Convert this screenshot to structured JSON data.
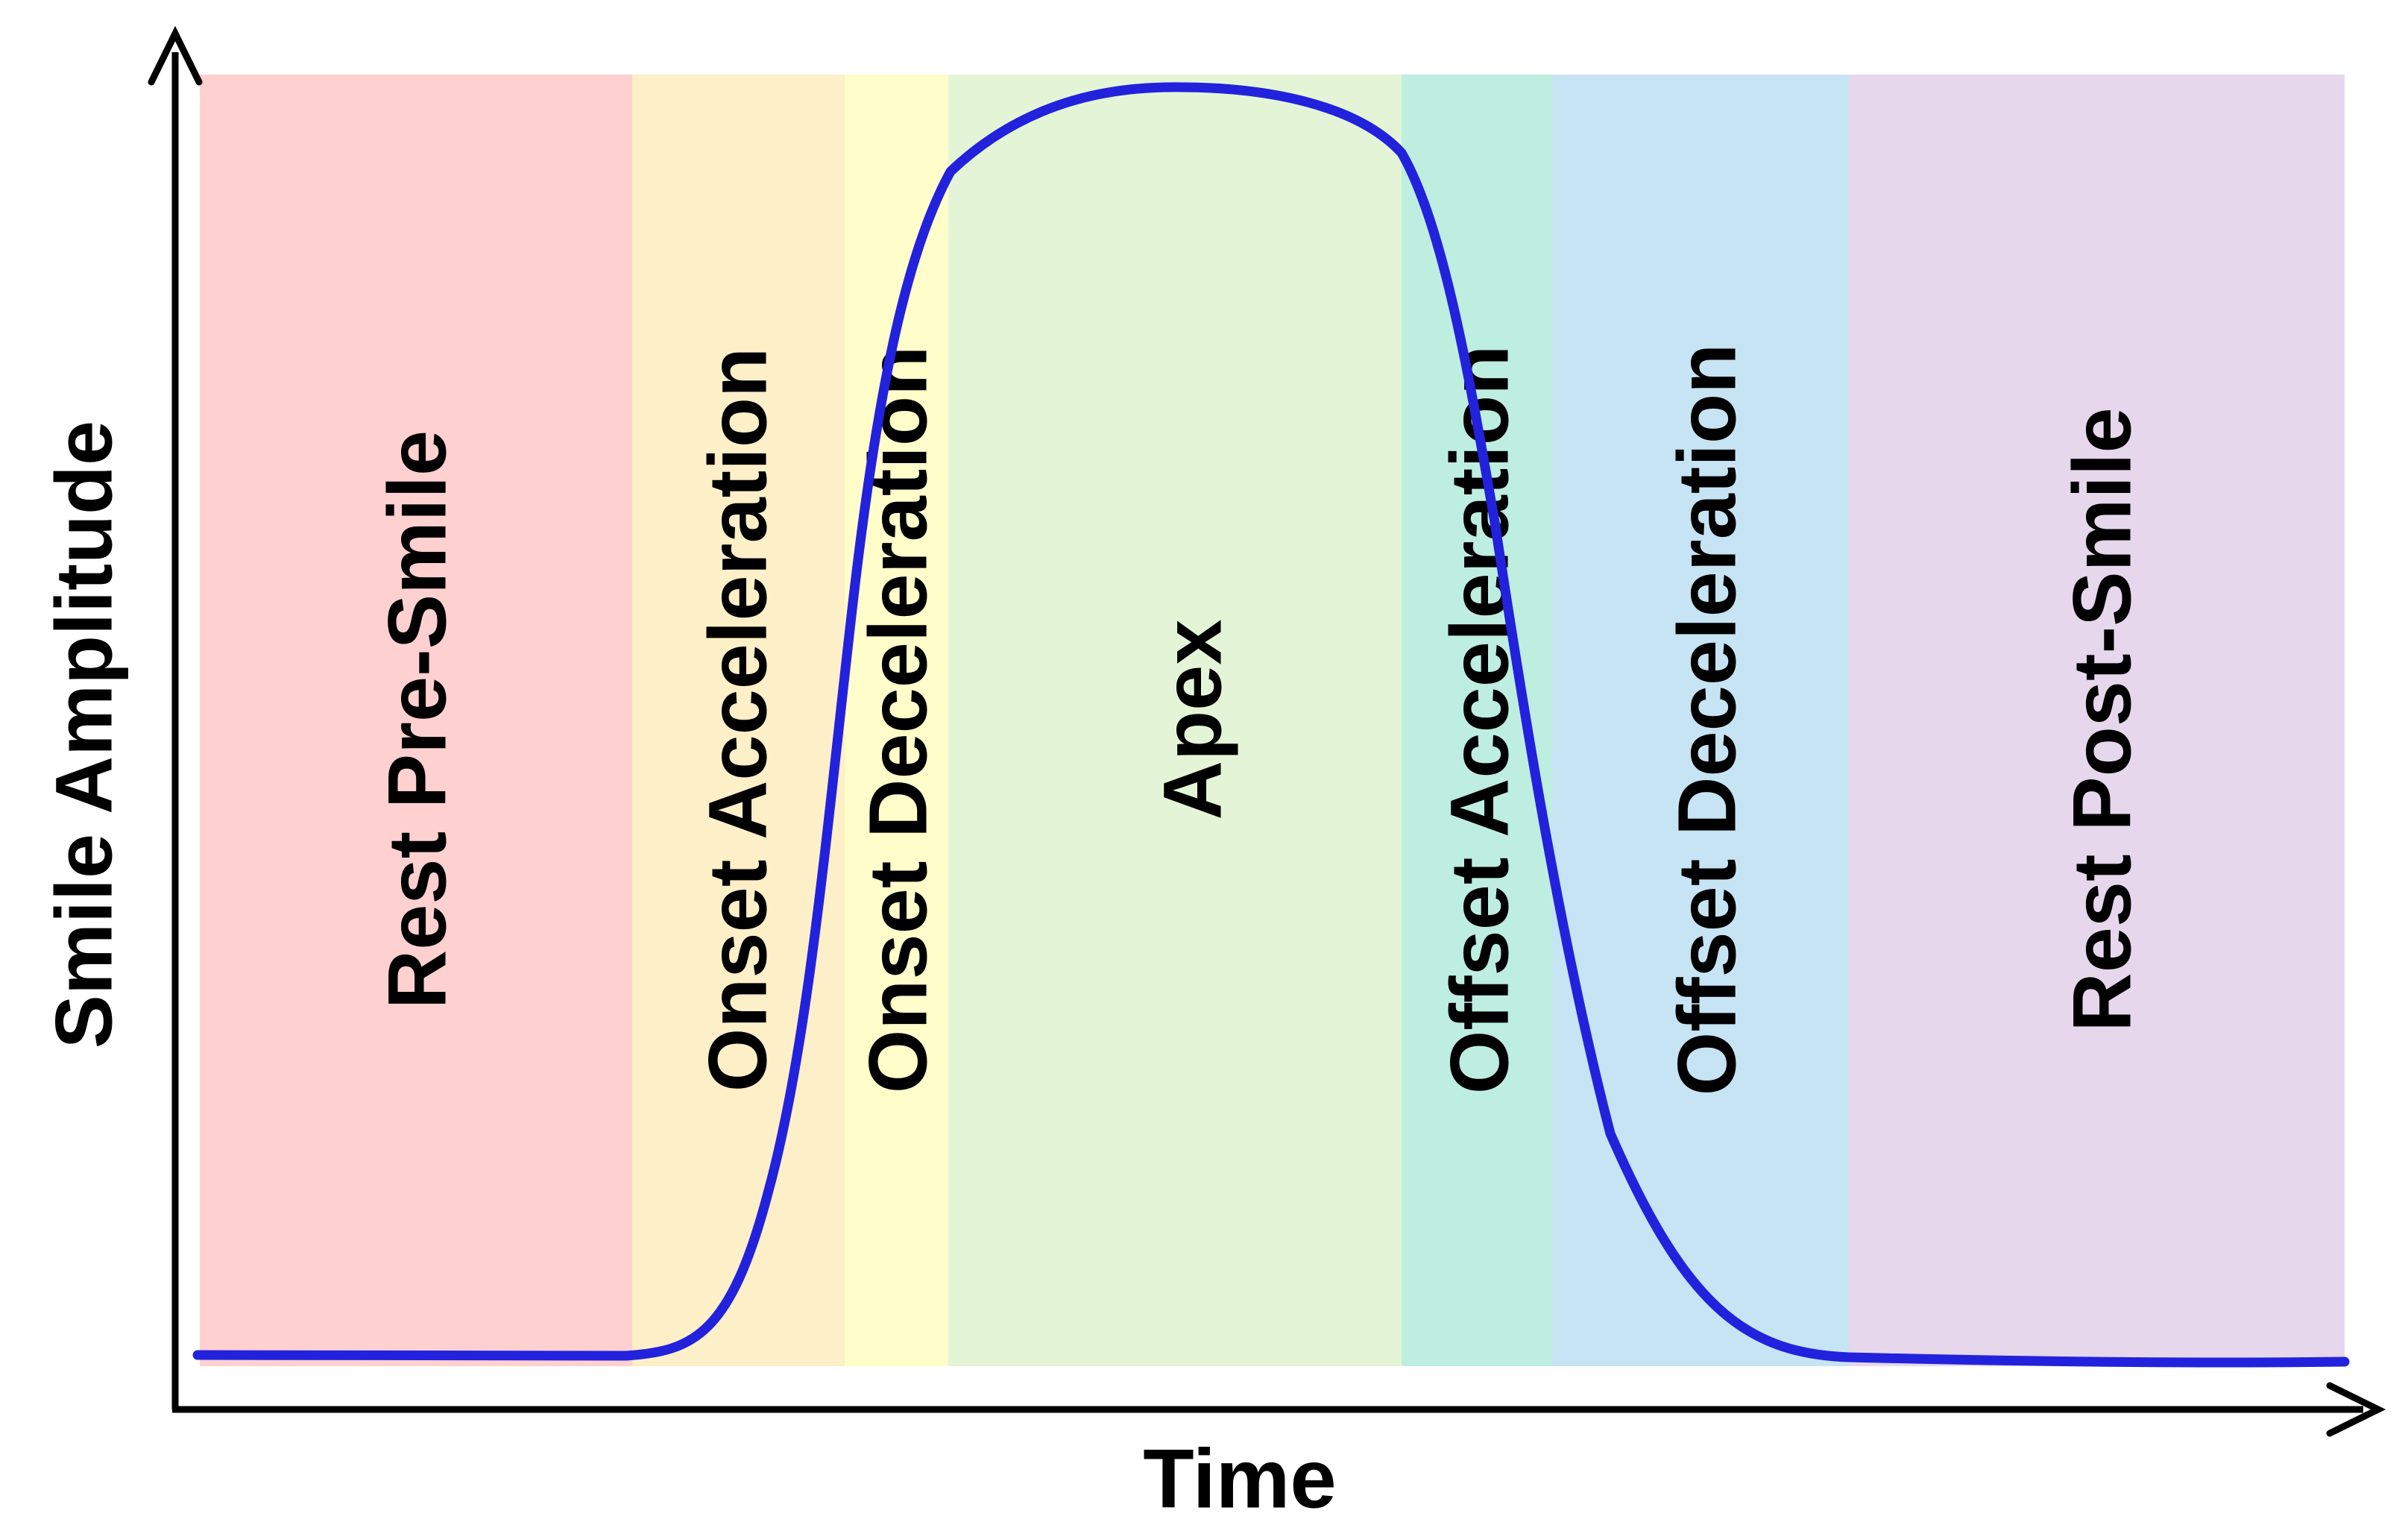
{
  "chart_data": {
    "type": "area",
    "xlabel": "Time",
    "ylabel": "Smile Amplitude",
    "phases": [
      {
        "label": "Rest Pre-Smile",
        "color": "#FFD0D0"
      },
      {
        "label": "Onset Acceleration",
        "color": "#FDEFC7"
      },
      {
        "label": "Onset Deceleration",
        "color": "#FFFDC9"
      },
      {
        "label": "Apex",
        "color": "#E4F5D7"
      },
      {
        "label": "Offset Acceleration",
        "color": "#BDEEDF"
      },
      {
        "label": "Offset Deceleration",
        "color": "#C6E4F3"
      },
      {
        "label": "Rest Post-Smile",
        "color": "#E6D7EC"
      }
    ],
    "curve_color": "#2222DD",
    "axis_color": "#000000"
  }
}
